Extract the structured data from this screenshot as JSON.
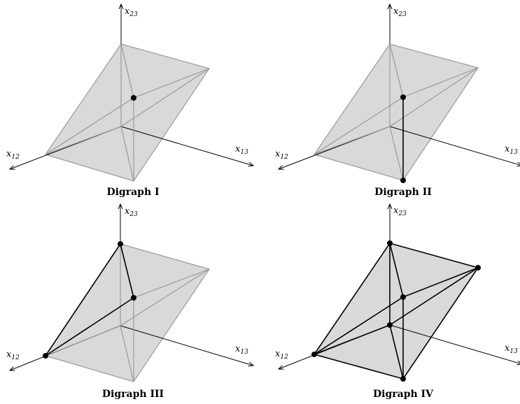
{
  "panels": [
    {
      "caption": "Digraph I",
      "axis_labels": {
        "x23": {
          "base": "x",
          "sub": "23"
        },
        "x12": {
          "base": "x",
          "sub": "12"
        },
        "x13": {
          "base": "x",
          "sub": "13"
        }
      }
    },
    {
      "caption": "Digraph II",
      "axis_labels": {
        "x23": {
          "base": "x",
          "sub": "23"
        },
        "x12": {
          "base": "x",
          "sub": "12"
        },
        "x13": {
          "base": "x",
          "sub": "13"
        }
      }
    },
    {
      "caption": "Digraph III",
      "axis_labels": {
        "x23": {
          "base": "x",
          "sub": "23"
        },
        "x12": {
          "base": "x",
          "sub": "12"
        },
        "x13": {
          "base": "x",
          "sub": "13"
        }
      }
    },
    {
      "caption": "Digraph IV",
      "axis_labels": {
        "x23": {
          "base": "x",
          "sub": "23"
        },
        "x12": {
          "base": "x",
          "sub": "12"
        },
        "x13": {
          "base": "x",
          "sub": "13"
        }
      }
    }
  ],
  "colors": {
    "face_fill": "#d9d9d9",
    "gray_edge": "#9a9a9a",
    "highlight": "#000000"
  }
}
